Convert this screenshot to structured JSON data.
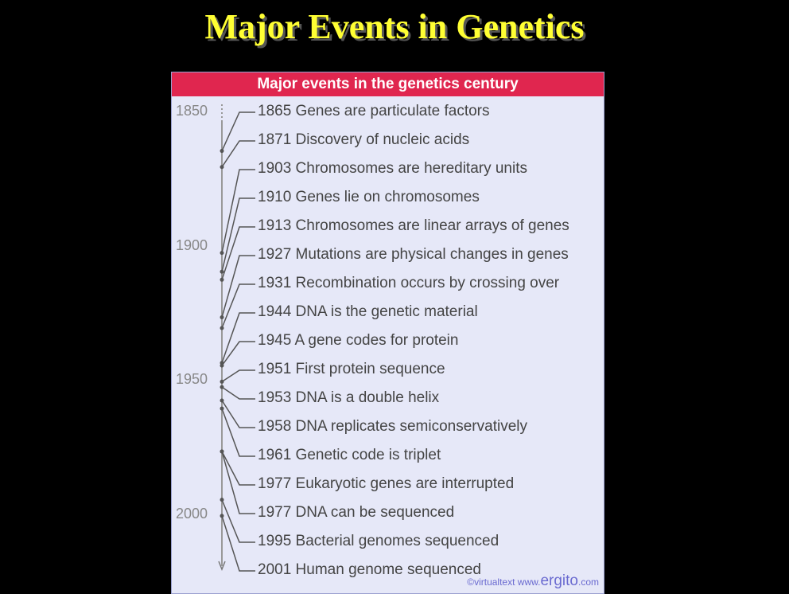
{
  "title": "Major Events in Genetics",
  "panel_header": "Major events in the genetics century",
  "axis_labels": [
    "1850",
    "1900",
    "1950",
    "2000"
  ],
  "events": [
    {
      "year": 1865,
      "text": "1865 Genes are particulate factors"
    },
    {
      "year": 1871,
      "text": "1871 Discovery of nucleic acids"
    },
    {
      "year": 1903,
      "text": "1903 Chromosomes are hereditary units"
    },
    {
      "year": 1910,
      "text": "1910 Genes lie on chromosomes"
    },
    {
      "year": 1913,
      "text": "1913 Chromosomes are linear arrays of genes"
    },
    {
      "year": 1927,
      "text": "1927 Mutations are physical changes in genes"
    },
    {
      "year": 1931,
      "text": "1931 Recombination occurs by crossing over"
    },
    {
      "year": 1944,
      "text": "1944 DNA is the genetic material"
    },
    {
      "year": 1945,
      "text": "1945 A gene codes for protein"
    },
    {
      "year": 1951,
      "text": "1951 First protein sequence"
    },
    {
      "year": 1953,
      "text": "1953 DNA is a double helix"
    },
    {
      "year": 1958,
      "text": "1958 DNA replicates semiconservatively"
    },
    {
      "year": 1961,
      "text": "1961 Genetic code is triplet"
    },
    {
      "year": 1977,
      "text": "1977 Eukaryotic genes are interrupted"
    },
    {
      "year": 1977,
      "text": "1977 DNA can be sequenced"
    },
    {
      "year": 1995,
      "text": "1995 Bacterial genomes sequenced"
    },
    {
      "year": 2001,
      "text": "2001 Human genome sequenced"
    }
  ],
  "credit": {
    "prefix": "©virtualtext  www.",
    "brand": "ergito",
    ".suffix": ".com",
    "suffix": ".com"
  }
}
